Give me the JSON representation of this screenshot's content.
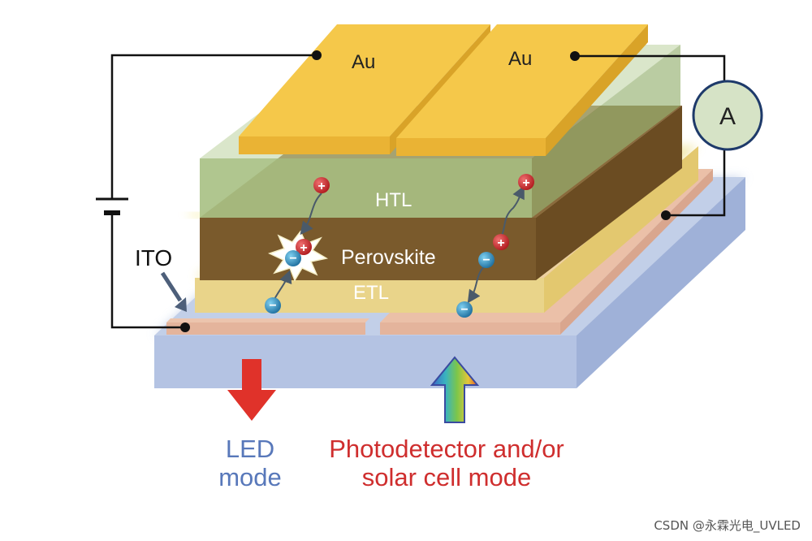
{
  "labels": {
    "electrode_left": "Au",
    "electrode_right": "Au",
    "htl": "HTL",
    "perovskite": "Perovskite",
    "etl": "ETL",
    "ito": "ITO",
    "ammeter": "A"
  },
  "captions": {
    "led_line1": "LED",
    "led_line2": "mode",
    "pd_line1": "Photodetector and/or",
    "pd_line2": "solar cell mode"
  },
  "charges": {
    "hole_symbol": "+",
    "electron_symbol": "−"
  },
  "watermark": "CSDN @永霖光电_UVLED",
  "colors": {
    "gold": "#f3c23c",
    "htl": "#b0c98c",
    "perovskite": "#7a5a2c",
    "etl": "#e8cf7a",
    "ito": "#e7b7a0",
    "substrate": "#b7c6e2",
    "hole": "#c8262a",
    "electron": "#2f8fc2",
    "led_arrow": "#e0322a",
    "caption_led": "#5878ba",
    "caption_pd": "#cf2e2e"
  }
}
